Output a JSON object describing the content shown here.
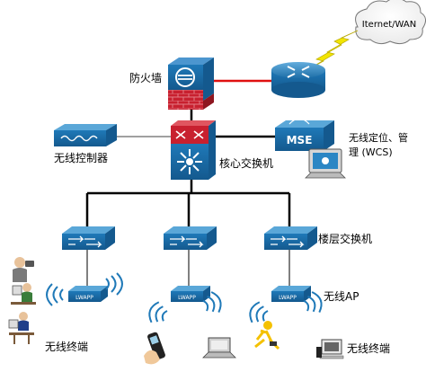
{
  "cloud": {
    "label": "Iternet/WAN"
  },
  "labels": {
    "firewall": "防火墙",
    "wlc": "无线控制器",
    "core_switch": "核心交换机",
    "mse_line1": "无线定位、管",
    "mse_line2": "理 (WCS)",
    "mse_badge": "MSE",
    "floor_switch": "楼层交换机",
    "ap": "无线AP",
    "terminal_left": "无线终端",
    "terminal_right": "无线终端",
    "ap_badge": "LWAPP"
  },
  "colors": {
    "cisco_blue": "#1f79b8",
    "firewall_red": "#c8202f",
    "lightning_yellow": "#f2e500",
    "link_red": "#e01010",
    "link_black": "#000000"
  },
  "icons": {
    "cloud": "cloud-icon",
    "router": "router-icon",
    "firewall": "firewall-icon",
    "core_switch": "multilayer-switch-icon",
    "wlc": "wireless-controller-icon",
    "mse": "mse-server-icon",
    "floor_switch": "workgroup-switch-icon",
    "ap": "lightweight-ap-icon",
    "phone": "mobile-phone-icon",
    "laptop": "laptop-icon",
    "person": "person-icon",
    "workstation": "workstation-icon"
  }
}
